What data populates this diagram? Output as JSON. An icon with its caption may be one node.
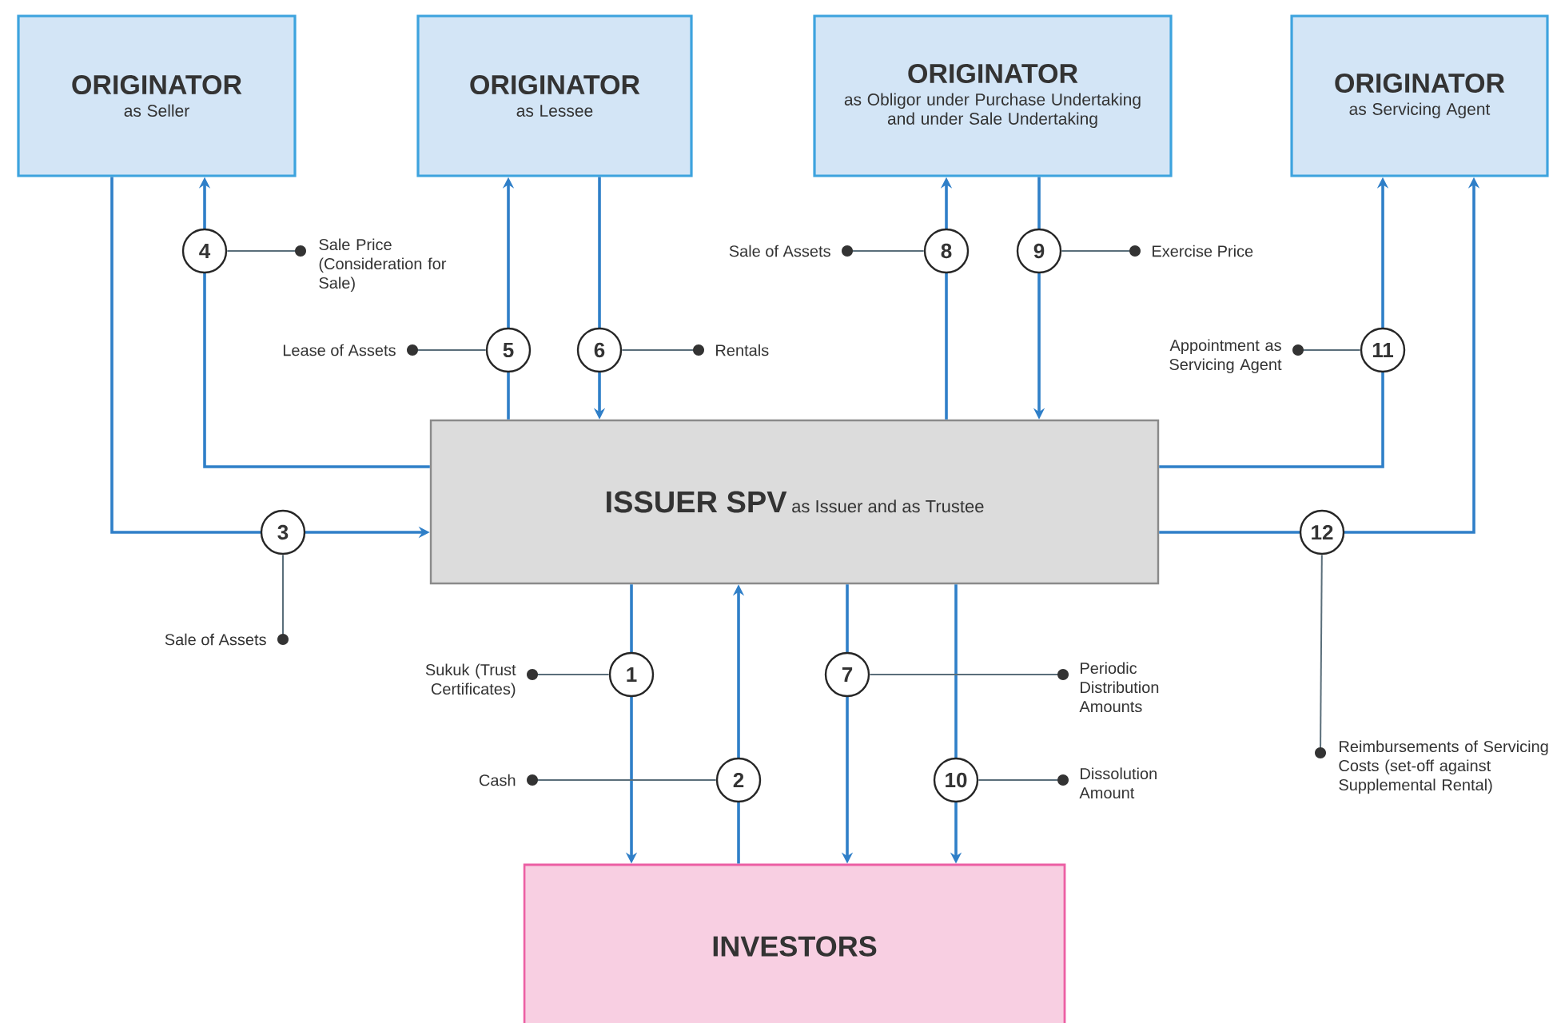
{
  "diagram": {
    "nodes": [
      {
        "text": [
          "ORIGINATOR",
          "as Seller"
        ]
      },
      {
        "text": [
          "ORIGINATOR",
          "as Lessee"
        ]
      },
      {
        "text": [
          "ORIGINATOR",
          "as Obligor under Purchase Undertaking and under Sale Undertaking"
        ]
      },
      {
        "text": [
          "ORIGINATOR",
          "as Servicing Agent"
        ]
      },
      {
        "text": [
          "ISSUER SPV",
          "as Issuer and as Trustee"
        ]
      },
      {
        "text": [
          "INVESTORS"
        ]
      },
      {
        "text": [
          "Sale Price (Consideration for Sale)"
        ]
      },
      {
        "text": [
          "Sale of Assets"
        ]
      },
      {
        "text": [
          "Exercise Price"
        ]
      },
      {
        "text": [
          "Lease of Assets"
        ]
      },
      {
        "text": [
          "Rentals"
        ]
      },
      {
        "text": [
          "Appointment as Servicing Agent"
        ]
      },
      {
        "text": [
          "Sale of Assets"
        ]
      },
      {
        "text": [
          "Sukuk (Trust Certificates)"
        ]
      },
      {
        "text": [
          "Periodic Distribution Amounts"
        ]
      },
      {
        "text": [
          "Reimbursements of Servicing Costs (set-off against Supplemental Rental)"
        ]
      },
      {
        "text": [
          "Cash"
        ]
      },
      {
        "text": [
          "Dissolution Amount"
        ]
      }
    ],
    "edges": [
      {
        "from": 4,
        "to": 5,
        "arrow": "to",
        "label": "1"
      },
      {
        "from": 5,
        "to": 4,
        "arrow": "to",
        "label": "2"
      },
      {
        "from": 0,
        "to": 4,
        "arrow": "to",
        "label": "3"
      },
      {
        "from": 4,
        "to": 0,
        "arrow": "to",
        "label": "4"
      },
      {
        "from": 4,
        "to": 1,
        "arrow": "to",
        "label": "5"
      },
      {
        "from": 1,
        "to": 4,
        "arrow": "to",
        "label": "6"
      },
      {
        "from": 4,
        "to": 5,
        "arrow": "to",
        "label": "7"
      },
      {
        "from": 4,
        "to": 2,
        "arrow": "to",
        "label": "8"
      },
      {
        "from": 2,
        "to": 4,
        "arrow": "to",
        "label": "9"
      },
      {
        "from": 4,
        "to": 5,
        "arrow": "to",
        "label": "10"
      },
      {
        "from": 4,
        "to": 3,
        "arrow": "to",
        "label": "11"
      },
      {
        "from": 4,
        "to": 3,
        "arrow": "to",
        "label": "12"
      },
      {
        "from": 6,
        "to": null,
        "arrow": "none"
      },
      {
        "from": 7,
        "to": null,
        "arrow": "none"
      },
      {
        "from": 8,
        "to": null,
        "arrow": "none"
      },
      {
        "from": 9,
        "to": null,
        "arrow": "none"
      },
      {
        "from": 10,
        "to": null,
        "arrow": "none"
      },
      {
        "from": 11,
        "to": null,
        "arrow": "none"
      },
      {
        "from": 12,
        "to": null,
        "arrow": "none"
      },
      {
        "from": 13,
        "to": null,
        "arrow": "none"
      },
      {
        "from": 14,
        "to": null,
        "arrow": "none"
      },
      {
        "from": 15,
        "to": null,
        "arrow": "none"
      },
      {
        "from": 16,
        "to": null,
        "arrow": "none"
      },
      {
        "from": 17,
        "to": null,
        "arrow": "none"
      }
    ]
  }
}
